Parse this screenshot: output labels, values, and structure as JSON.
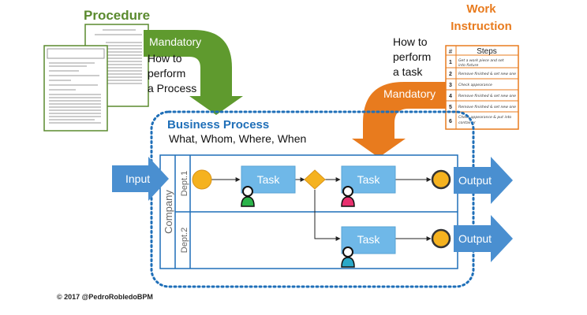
{
  "procedure": {
    "title": "Procedure",
    "mandatory": "Mandatory",
    "text_lines": [
      "How to",
      "perform",
      "a Process"
    ]
  },
  "work_instruction": {
    "title_lines": [
      "Work",
      "Instruction"
    ],
    "mandatory": "Mandatory",
    "text_lines": [
      "How to",
      "perform",
      "a task"
    ],
    "table_header_num": "#",
    "table_header_steps": "Steps",
    "steps": [
      {
        "n": "1",
        "lines": [
          "Get a work piece and set",
          "into fixture"
        ]
      },
      {
        "n": "2",
        "lines": [
          "Remove finished & set new one"
        ]
      },
      {
        "n": "3",
        "lines": [
          "Check appearance"
        ]
      },
      {
        "n": "4",
        "lines": [
          "Remove finished & set new one"
        ]
      },
      {
        "n": "5",
        "lines": [
          "Remove finished & set new one"
        ]
      },
      {
        "n": "6",
        "lines": [
          "Check appearance & put into",
          "container"
        ]
      }
    ]
  },
  "business_process": {
    "title": "Business Process",
    "subtitle": "What, Whom, Where, When"
  },
  "flow": {
    "input_label": "Input",
    "output_label": "Output",
    "pool_label": "Company",
    "lane1_label": "Dept.1",
    "lane2_label": "Dept.2",
    "task_label": "Task"
  },
  "copyright": "© 2017 @PedroRobledoBPM",
  "colors": {
    "procedure_green": "#5a8a2e",
    "arrow_green": "#5f9a2e",
    "instruction_orange": "#e87b1e",
    "process_blue": "#1f6fb8",
    "task_fill": "#6fb8e8",
    "event_fill": "#f5b21f",
    "gateway_fill": "#f5b21f",
    "arrow_blue": "#4a8fd0"
  }
}
